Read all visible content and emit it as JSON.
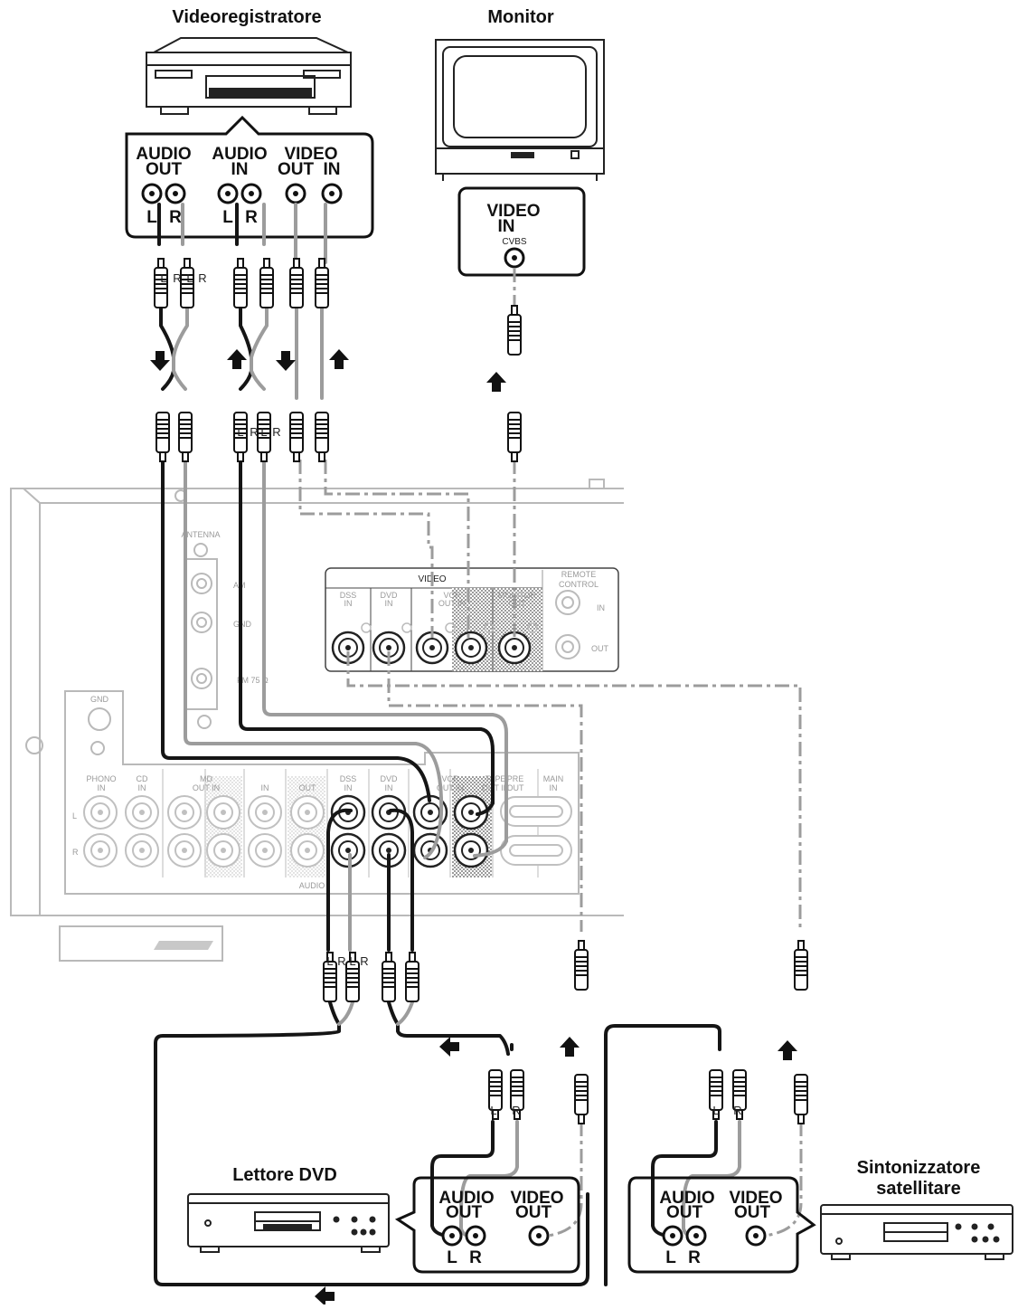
{
  "devices": {
    "vcr": {
      "title": "Videoregistratore"
    },
    "monitor": {
      "title": "Monitor"
    },
    "dvd_player": {
      "title": "Lettore DVD"
    },
    "satellite": {
      "title_line1": "Sintonizzatore",
      "title_line2": "satellitare"
    }
  },
  "vcr_panel": {
    "audio_out": [
      "AUDIO",
      "OUT"
    ],
    "audio_in": [
      "AUDIO",
      "IN"
    ],
    "video_out": [
      "VIDEO",
      "OUT"
    ],
    "video_in": "IN",
    "left": "L",
    "right": "R"
  },
  "monitor_panel": {
    "line1": "VIDEO",
    "line2": "IN",
    "sub": "CVBS"
  },
  "dvd_panel": {
    "audio": [
      "AUDIO",
      "OUT"
    ],
    "video": [
      "VIDEO",
      "OUT"
    ],
    "left": "L",
    "right": "R"
  },
  "sat_panel": {
    "audio": [
      "AUDIO",
      "OUT"
    ],
    "video": [
      "VIDEO",
      "OUT"
    ],
    "left": "L",
    "right": "R"
  },
  "plug_labels": {
    "l": "L",
    "r": "R"
  },
  "receiver": {
    "video_group": "VIDEO",
    "video_jacks": [
      [
        "DSS",
        "IN"
      ],
      [
        "DVD",
        "IN"
      ],
      [
        "VCR",
        "OUT IN"
      ],
      [
        "MONITOR",
        "OUT"
      ]
    ],
    "remote_control": [
      "REMOTE",
      "CONTROL"
    ],
    "remote_in": "IN",
    "remote_out": "OUT",
    "antenna": "ANTENNA",
    "am": "AM",
    "gnd": "GND",
    "fm": "FM 75 Ω",
    "gnd_top": "GND",
    "audio_label": "AUDIO",
    "audio_columns": [
      [
        "PHONO",
        "IN"
      ],
      [
        "CD",
        "IN"
      ],
      [
        "MD",
        "OUT IN"
      ],
      [
        "",
        "IN"
      ],
      [
        "",
        "OUT"
      ],
      [
        "DSS",
        "IN"
      ],
      [
        "DVD",
        "IN"
      ],
      [
        "VCR",
        "OUT IN"
      ],
      [
        "TAPE",
        "OUT IN"
      ],
      [
        "PRE",
        "OUT"
      ],
      [
        "MAIN",
        "IN"
      ]
    ],
    "row_l": "L",
    "row_r": "R"
  }
}
